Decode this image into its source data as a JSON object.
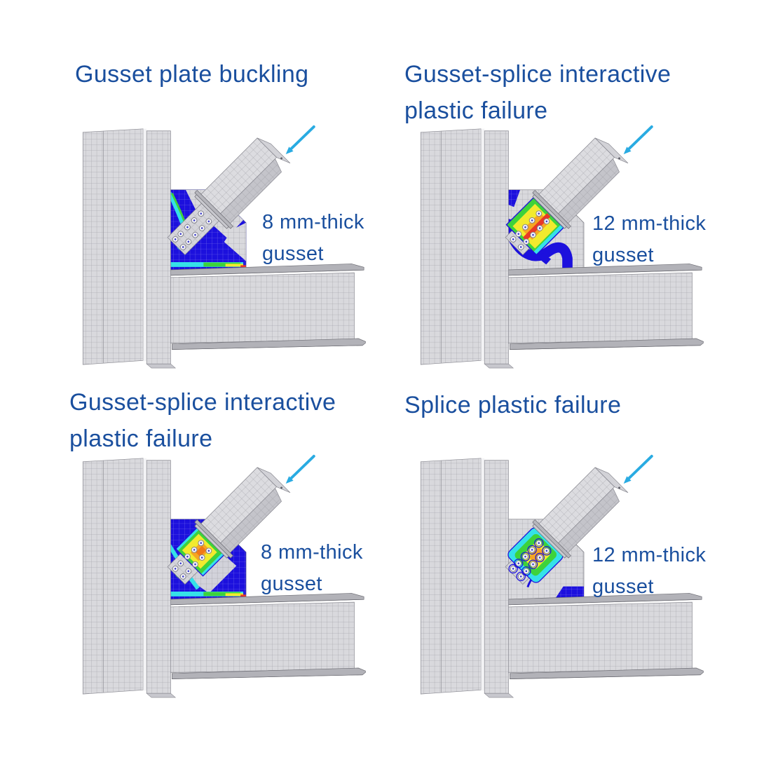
{
  "figure": {
    "kind": "finite-element-failure-mode-comparison",
    "background": "#ffffff"
  },
  "colors": {
    "title_text": "#1a4f9e",
    "arrow": "#29abe2",
    "steel_fill": "#d9d9dd",
    "steel_light": "#e0e0e4",
    "steel_edge": "#87878f",
    "flange_fill": "#b2b2b8",
    "flange_edge": "#6e6e75",
    "contour_blue": "#1c10dd",
    "contour_cyan": "#35e1e8",
    "contour_green": "#3ed23b",
    "contour_yellow": "#f2ea2e",
    "contour_orange": "#f5a623",
    "contour_deep_orange": "#f07818",
    "contour_red": "#e83828"
  },
  "panels": [
    {
      "id": "top-left",
      "title_lines": [
        "Gusset plate buckling"
      ],
      "label_lines": [
        "8 mm-thick",
        "gusset"
      ],
      "gusset_thickness_mm": 8,
      "contour_state": "gusset-wide-yielding"
    },
    {
      "id": "top-right",
      "title_lines": [
        "Gusset-splice interactive",
        "plastic failure"
      ],
      "label_lines": [
        "12 mm-thick",
        "gusset"
      ],
      "gusset_thickness_mm": 12,
      "contour_state": "splice-hotspot-with-gusset-band"
    },
    {
      "id": "bottom-left",
      "title_lines": [
        "Gusset-splice interactive",
        "plastic failure"
      ],
      "label_lines": [
        "8 mm-thick",
        "gusset"
      ],
      "gusset_thickness_mm": 8,
      "contour_state": "gusset-wide-yielding-with-splice-hotspot"
    },
    {
      "id": "bottom-right",
      "title_lines": [
        "Splice plastic failure"
      ],
      "label_lines": [
        "12 mm-thick",
        "gusset"
      ],
      "gusset_thickness_mm": 12,
      "contour_state": "splice-hotspot-only"
    }
  ]
}
